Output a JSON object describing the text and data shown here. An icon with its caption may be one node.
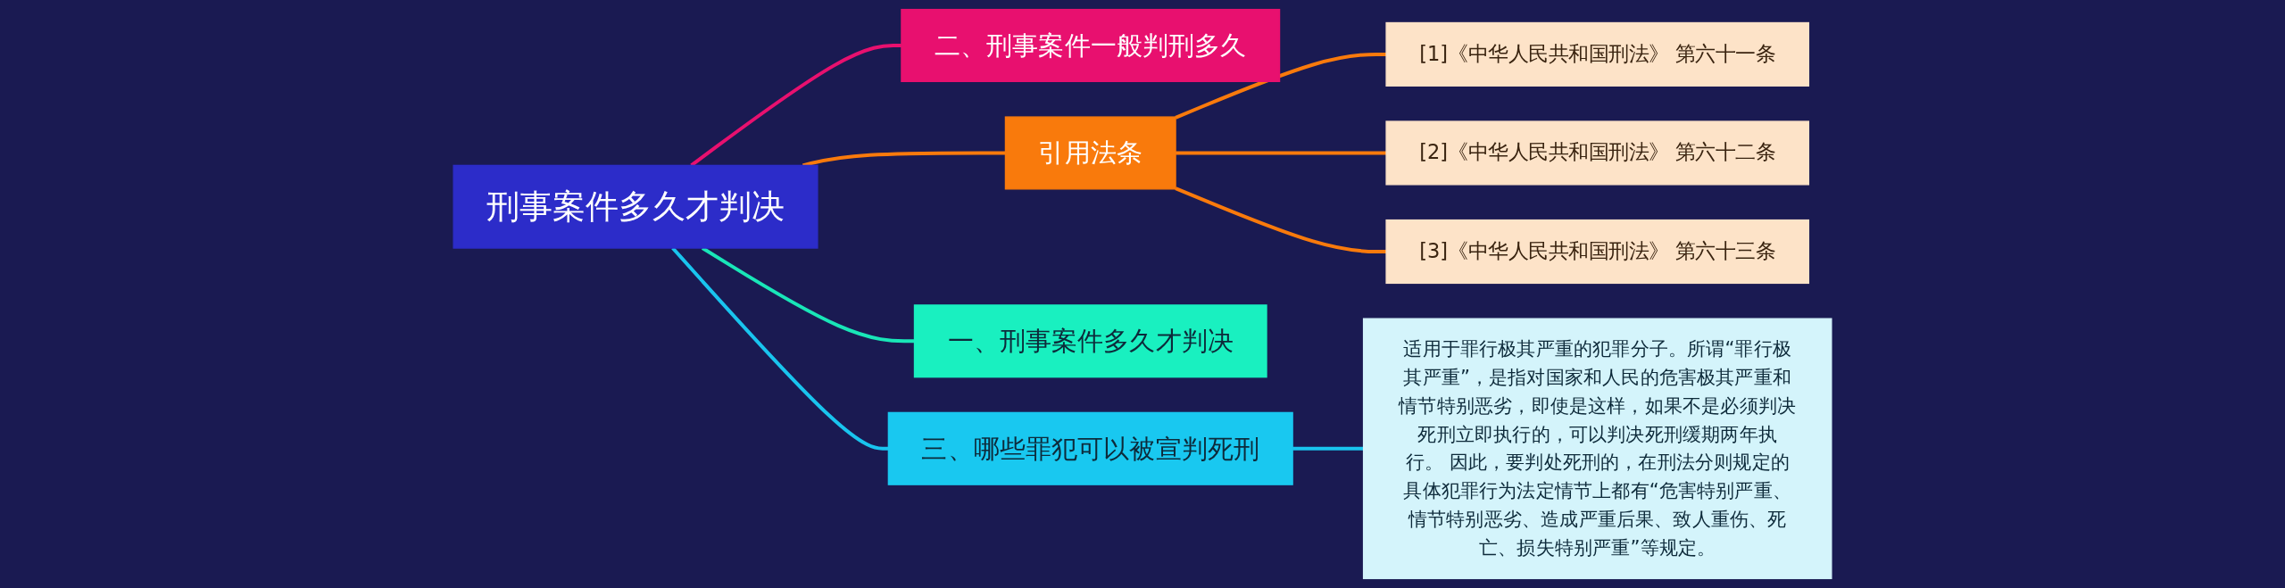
{
  "diagram": {
    "nodes": [
      {
        "text": [
          "刑事案件多久才判决"
        ]
      },
      {
        "text": [
          "二、刑事案件一般判刑多久"
        ]
      },
      {
        "text": [
          "引用法条"
        ]
      },
      {
        "text": [
          "[1]《中华人民共和国刑法》 第六十一条"
        ]
      },
      {
        "text": [
          "[2]《中华人民共和国刑法》 第六十二条"
        ]
      },
      {
        "text": [
          "[3]《中华人民共和国刑法》 第六十三条"
        ]
      },
      {
        "text": [
          "一、刑事案件多久才判决"
        ]
      },
      {
        "text": [
          "三、哪些罪犯可以被宣判死刑"
        ]
      },
      {
        "text": [
          "适用于罪行极其严重的犯罪分子。所谓“罪行极其严重”，是指对国家和人民的危害极其严重和情节特别恶劣，即使是这样，如果不是必须判决死刑立即执行的，可以判决死刑缓期两年执行。 因此，要判处死刑的，在刑法分则规定的具体犯罪行为法定情节上都有“危害特别严重、情节特别恶劣、造成严重后果、致人重伤、死亡、损失特别严重”等规定。"
        ]
      }
    ],
    "edges": [
      {
        "from": 0,
        "to": 1,
        "arrow": "none",
        "color": "#e8106f"
      },
      {
        "from": 0,
        "to": 2,
        "arrow": "none"
      },
      {
        "from": 2,
        "to": 3,
        "arrow": "none"
      },
      {
        "from": 2,
        "to": 4,
        "arrow": "none"
      },
      {
        "from": 2,
        "to": 5,
        "arrow": "none"
      },
      {
        "from": 0,
        "to": 6,
        "arrow": "none",
        "color": "#19e6b8"
      },
      {
        "from": 0,
        "to": 7,
        "arrow": "none",
        "color": "#19c4ee"
      },
      {
        "from": 7,
        "to": 8,
        "arrow": "none",
        "color": "#19c4ee"
      }
    ]
  }
}
